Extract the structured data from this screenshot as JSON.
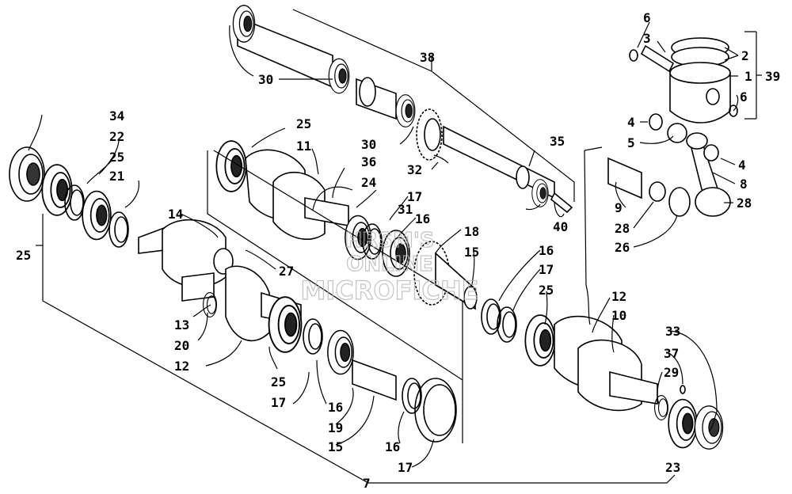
{
  "watermark": [
    "HRSM'S",
    "ONLINE",
    "MICROFICHE"
  ],
  "callouts": [
    {
      "id": "c1",
      "text": "1"
    },
    {
      "id": "c2",
      "text": "2"
    },
    {
      "id": "c3",
      "text": "3"
    },
    {
      "id": "c4a",
      "text": "4"
    },
    {
      "id": "c4b",
      "text": "4"
    },
    {
      "id": "c5",
      "text": "5"
    },
    {
      "id": "c6a",
      "text": "6"
    },
    {
      "id": "c6b",
      "text": "6"
    },
    {
      "id": "c7",
      "text": "7"
    },
    {
      "id": "c8",
      "text": "8"
    },
    {
      "id": "c9",
      "text": "9"
    },
    {
      "id": "c10",
      "text": "10"
    },
    {
      "id": "c11",
      "text": "11"
    },
    {
      "id": "c12a",
      "text": "12"
    },
    {
      "id": "c12b",
      "text": "12"
    },
    {
      "id": "c13",
      "text": "13"
    },
    {
      "id": "c14",
      "text": "14"
    },
    {
      "id": "c15a",
      "text": "15"
    },
    {
      "id": "c15b",
      "text": "15"
    },
    {
      "id": "c16a",
      "text": "16"
    },
    {
      "id": "c16b",
      "text": "16"
    },
    {
      "id": "c16c",
      "text": "16"
    },
    {
      "id": "c16d",
      "text": "16"
    },
    {
      "id": "c17a",
      "text": "17"
    },
    {
      "id": "c17b",
      "text": "17"
    },
    {
      "id": "c17c",
      "text": "17"
    },
    {
      "id": "c17d",
      "text": "17"
    },
    {
      "id": "c18",
      "text": "18"
    },
    {
      "id": "c19",
      "text": "19"
    },
    {
      "id": "c20",
      "text": "20"
    },
    {
      "id": "c21",
      "text": "21"
    },
    {
      "id": "c22",
      "text": "22"
    },
    {
      "id": "c23",
      "text": "23"
    },
    {
      "id": "c24",
      "text": "24"
    },
    {
      "id": "c25a",
      "text": "25"
    },
    {
      "id": "c25b",
      "text": "25"
    },
    {
      "id": "c25c",
      "text": "25"
    },
    {
      "id": "c25d",
      "text": "25"
    },
    {
      "id": "c25e",
      "text": "25"
    },
    {
      "id": "c26",
      "text": "26"
    },
    {
      "id": "c27",
      "text": "27"
    },
    {
      "id": "c28a",
      "text": "28"
    },
    {
      "id": "c28b",
      "text": "28"
    },
    {
      "id": "c29",
      "text": "29"
    },
    {
      "id": "c30a",
      "text": "30"
    },
    {
      "id": "c30b",
      "text": "30"
    },
    {
      "id": "c31",
      "text": "31"
    },
    {
      "id": "c32",
      "text": "32"
    },
    {
      "id": "c33",
      "text": "33"
    },
    {
      "id": "c34",
      "text": "34"
    },
    {
      "id": "c35",
      "text": "35"
    },
    {
      "id": "c36",
      "text": "36"
    },
    {
      "id": "c37",
      "text": "37"
    },
    {
      "id": "c38",
      "text": "38"
    },
    {
      "id": "c39",
      "text": "39"
    },
    {
      "id": "c40",
      "text": "40"
    }
  ]
}
